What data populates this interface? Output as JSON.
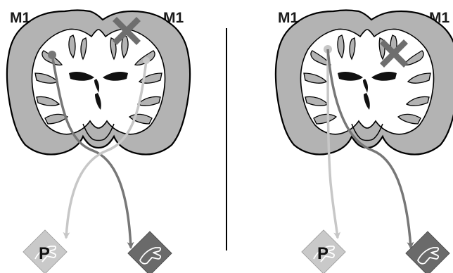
{
  "panels": [
    {
      "id": "left",
      "left_label": "M1",
      "right_label": "M1",
      "lesion_side": "right",
      "p_label": "P"
    },
    {
      "id": "right",
      "left_label": "M1",
      "right_label": "M1",
      "lesion_side": "right",
      "p_label": "P"
    }
  ],
  "colors": {
    "brain_fill": "#b3b3b3",
    "brain_outline": "#000000",
    "white_matter": "#ffffff",
    "lesion_x": "#6e6e6e",
    "pathway_dark": "#777777",
    "pathway_light": "#c7c7c7",
    "hand_affected": "#6a6a6a",
    "hand_paretic": "#c9c9c9",
    "divider": "#000000"
  },
  "icons": [
    "lesion-x-icon",
    "hand-icon",
    "paretic-hand-icon"
  ]
}
